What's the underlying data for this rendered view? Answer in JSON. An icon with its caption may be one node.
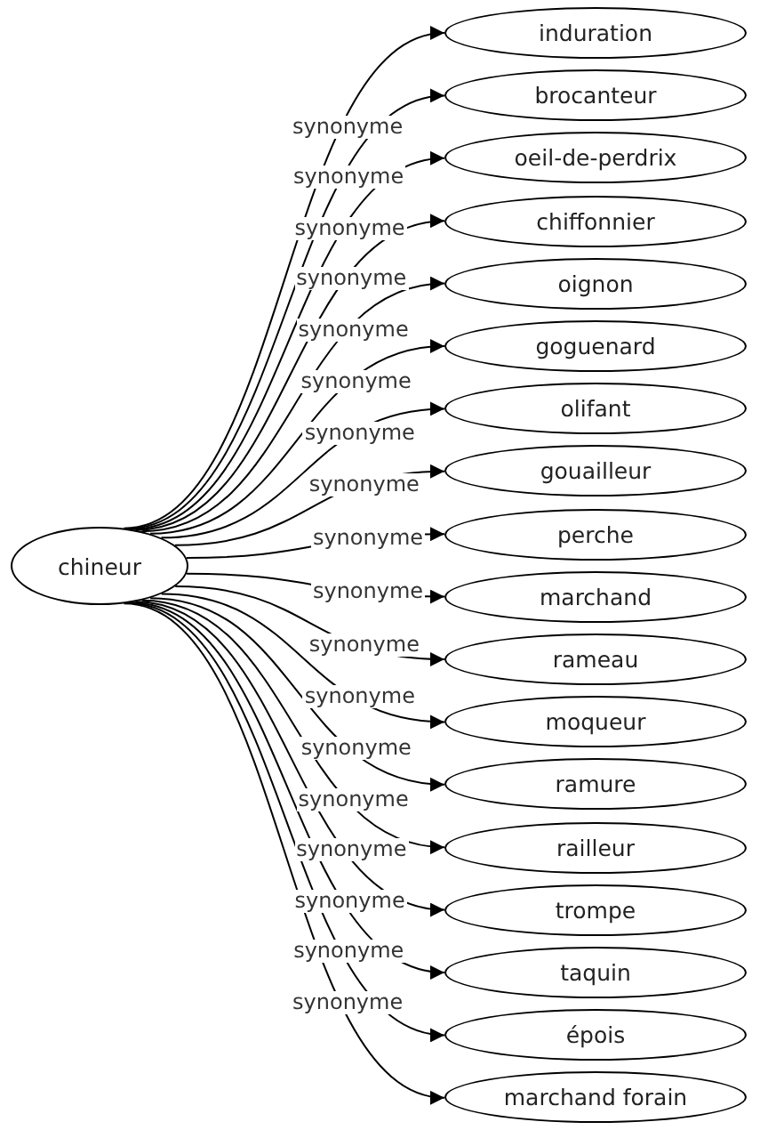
{
  "diagram": {
    "nodes": [
      {
        "text": [
          "chineur"
        ]
      },
      {
        "text": [
          "induration"
        ]
      },
      {
        "text": [
          "brocanteur"
        ]
      },
      {
        "text": [
          "oeil-de-perdrix"
        ]
      },
      {
        "text": [
          "chiffonnier"
        ]
      },
      {
        "text": [
          "oignon"
        ]
      },
      {
        "text": [
          "goguenard"
        ]
      },
      {
        "text": [
          "olifant"
        ]
      },
      {
        "text": [
          "gouailleur"
        ]
      },
      {
        "text": [
          "perche"
        ]
      },
      {
        "text": [
          "marchand"
        ]
      },
      {
        "text": [
          "rameau"
        ]
      },
      {
        "text": [
          "moqueur"
        ]
      },
      {
        "text": [
          "ramure"
        ]
      },
      {
        "text": [
          "railleur"
        ]
      },
      {
        "text": [
          "trompe"
        ]
      },
      {
        "text": [
          "taquin"
        ]
      },
      {
        "text": [
          "épois"
        ]
      },
      {
        "text": [
          "marchand forain"
        ]
      }
    ],
    "edges": [
      {
        "from": 0,
        "to": 1,
        "arrow": "to",
        "label": "synonyme"
      },
      {
        "from": 0,
        "to": 2,
        "arrow": "to",
        "label": "synonyme"
      },
      {
        "from": 0,
        "to": 3,
        "arrow": "to",
        "label": "synonyme"
      },
      {
        "from": 0,
        "to": 4,
        "arrow": "to",
        "label": "synonyme"
      },
      {
        "from": 0,
        "to": 5,
        "arrow": "to",
        "label": "synonyme"
      },
      {
        "from": 0,
        "to": 6,
        "arrow": "to",
        "label": "synonyme"
      },
      {
        "from": 0,
        "to": 7,
        "arrow": "to",
        "label": "synonyme"
      },
      {
        "from": 0,
        "to": 8,
        "arrow": "to",
        "label": "synonyme"
      },
      {
        "from": 0,
        "to": 9,
        "arrow": "to",
        "label": "synonyme"
      },
      {
        "from": 0,
        "to": 10,
        "arrow": "to",
        "label": "synonyme"
      },
      {
        "from": 0,
        "to": 11,
        "arrow": "to",
        "label": "synonyme"
      },
      {
        "from": 0,
        "to": 12,
        "arrow": "to",
        "label": "synonyme"
      },
      {
        "from": 0,
        "to": 13,
        "arrow": "to",
        "label": "synonyme"
      },
      {
        "from": 0,
        "to": 14,
        "arrow": "to",
        "label": "synonyme"
      },
      {
        "from": 0,
        "to": 15,
        "arrow": "to",
        "label": "synonyme"
      },
      {
        "from": 0,
        "to": 16,
        "arrow": "to",
        "label": "synonyme"
      },
      {
        "from": 0,
        "to": 17,
        "arrow": "to",
        "label": "synonyme"
      },
      {
        "from": 0,
        "to": 18,
        "arrow": "to",
        "label": "synonyme"
      }
    ]
  }
}
